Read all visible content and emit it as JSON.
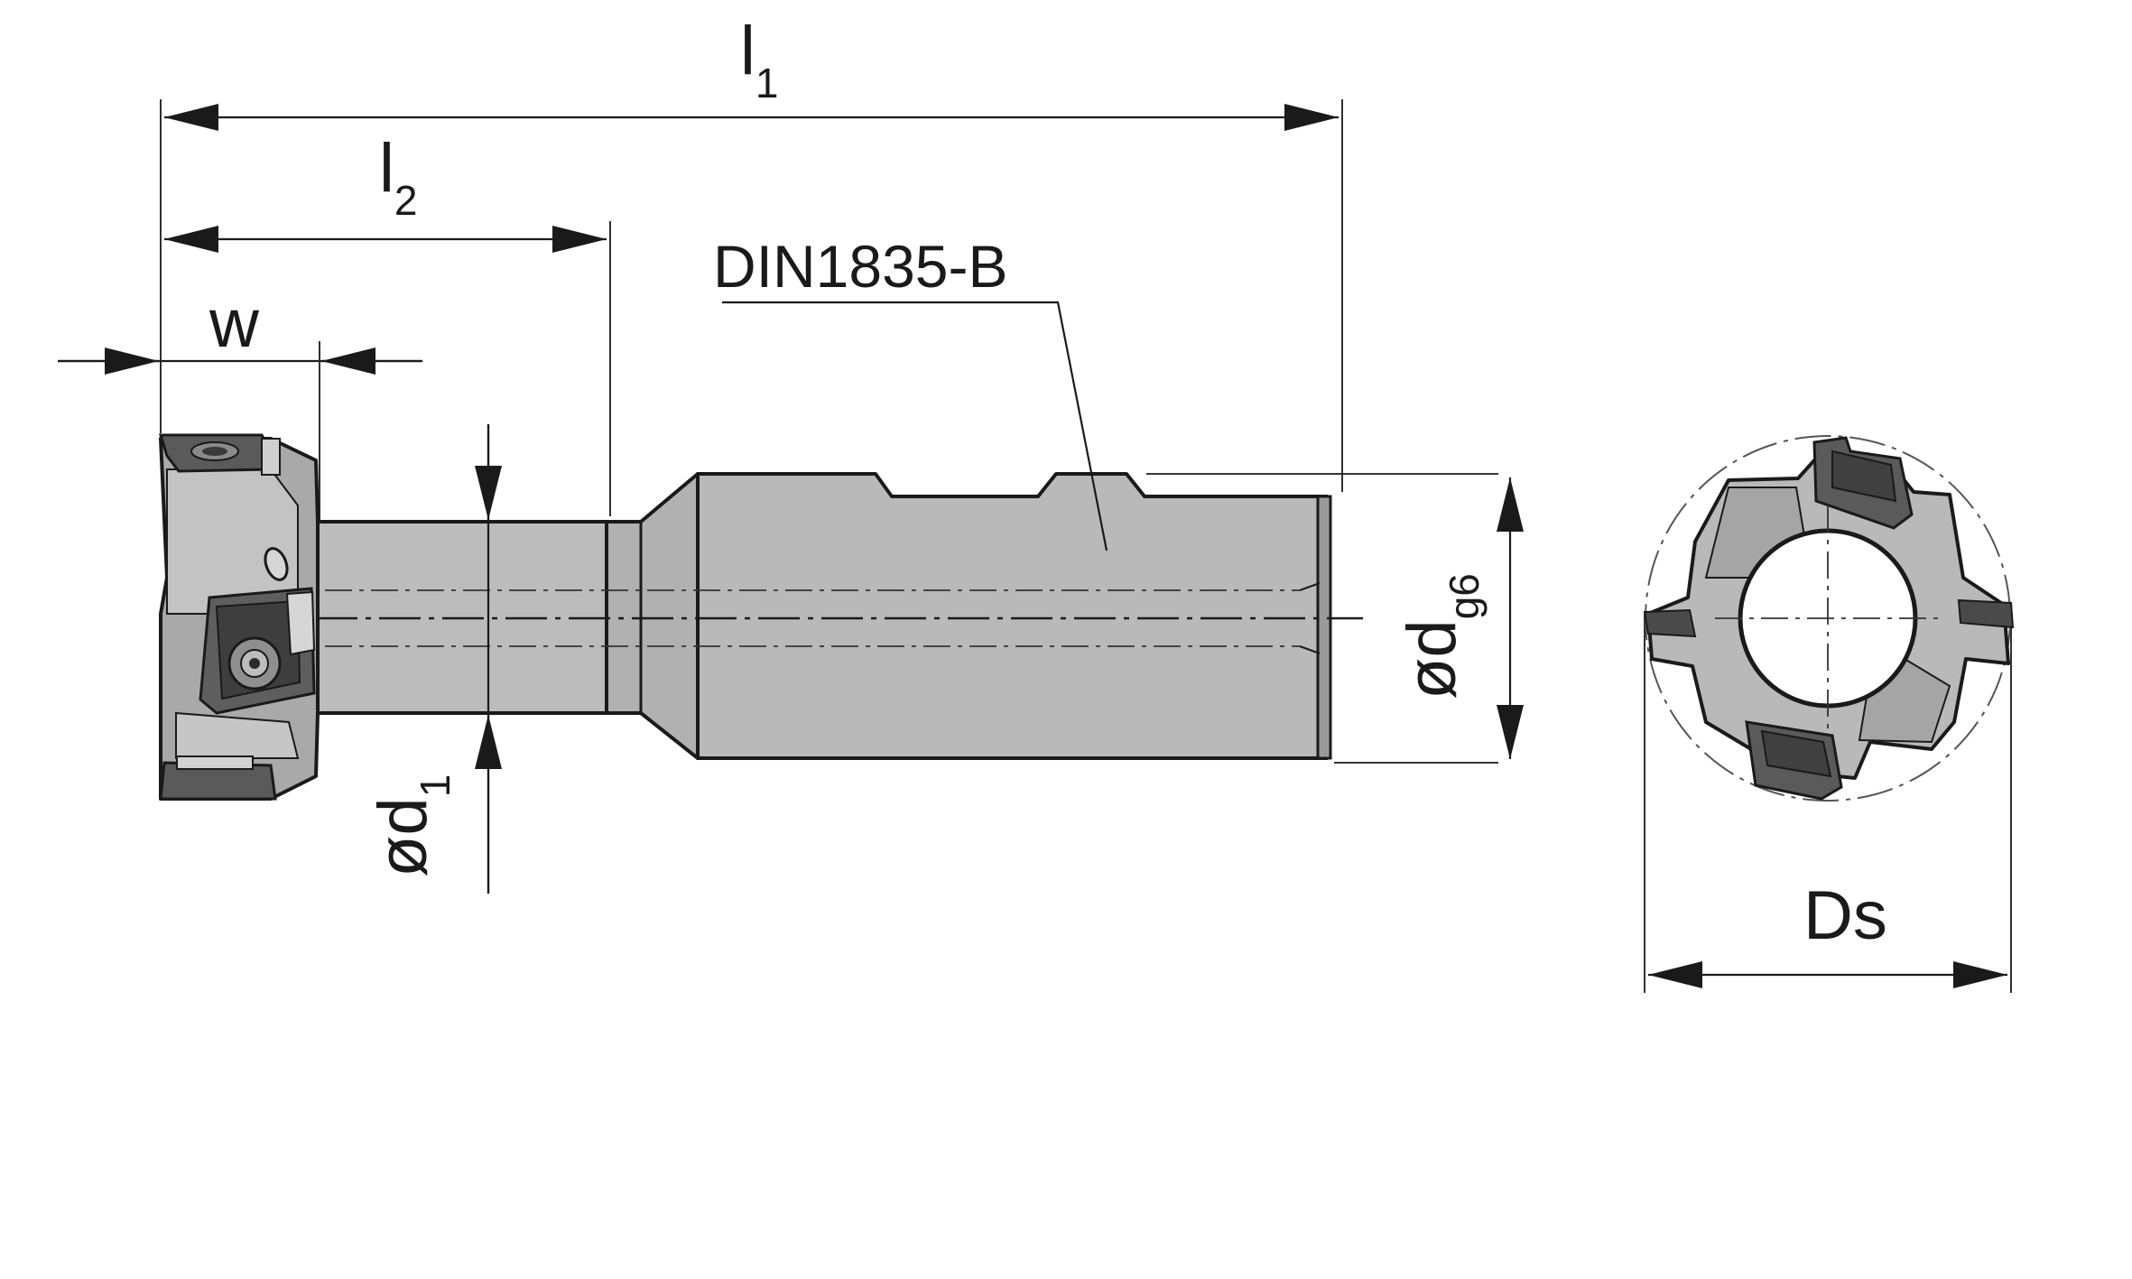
{
  "labels": {
    "l1": {
      "main": "l",
      "sub": "1"
    },
    "l2": {
      "main": "l",
      "sub": "2"
    },
    "w": "w",
    "din": "DIN1835-B",
    "d1": {
      "main": "ød",
      "sub": "1"
    },
    "dg6": {
      "main": "ød",
      "sub": "g6"
    },
    "ds": "Ds"
  },
  "colors": {
    "body_fill": "#b9b9b9",
    "body_dark": "#8e8e8e",
    "insert_fill": "#5a5a5a",
    "insert_light": "#c9c9c9",
    "line": "#1a1a1a"
  }
}
